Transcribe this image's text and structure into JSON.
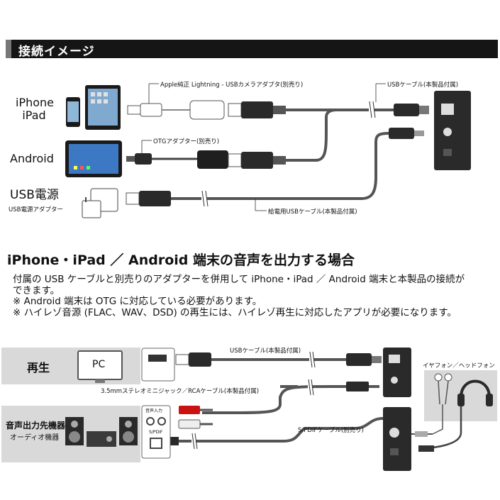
{
  "section1": {
    "title": "接続イメージ",
    "devices": {
      "iphone_line1": "iPhone",
      "iphone_line2": "iPad",
      "android": "Android",
      "usb_power": "USB電源",
      "usb_power_sub": "USB電源アダプター"
    },
    "callouts": {
      "apple_adapter": "Apple純正 Lightning - USBカメラアダプタ(別売り)",
      "otg_adapter": "OTGアダプター(別売り)",
      "usb_cable": "USBケーブル(本製品付属)",
      "power_cable": "給電用USBケーブル(本製品付属)"
    }
  },
  "section2": {
    "title": "iPhone・iPad ／ Android 端末の音声を出力する場合",
    "lines": [
      "付属の USB ケーブルと別売りのアダプターを併用して iPhone・iPad ／ Android 端末と本製品の接続が",
      "できます。",
      "※ Android 端末は OTG に対応している必要があります。",
      "※ ハイレゾ音源 (FLAC、WAV、DSD) の再生には、ハイレゾ再生に対応したアプリが必要になります。"
    ]
  },
  "section3": {
    "playback": "再生",
    "pc": "PC",
    "audio_out_line1": "音声出力先機器",
    "audio_out_line2": "オーディオ機器",
    "earphone_headphone": "イヤフォン／ヘッドフォン",
    "usb_cable": "USBケーブル(本製品付属)",
    "rca_cable": "3.5mmステレオミニジャック／RCAケーブル(本製品付属)",
    "spdif_cable": "S/PDIFケーブル(別売り)",
    "panel_audio_in": "音声入力",
    "panel_spdif": "S/PDIF"
  }
}
